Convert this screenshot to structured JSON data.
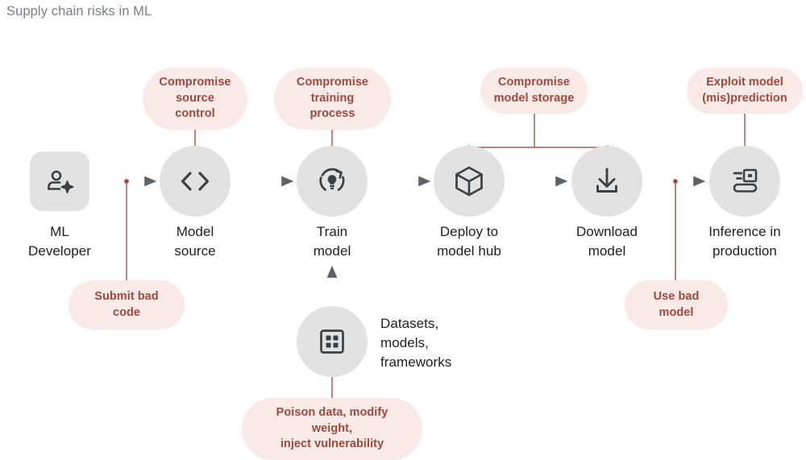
{
  "title": "Supply chain risks in ML",
  "colors": {
    "title_text": "#7a7f85",
    "node_fill": "#e2e2e2",
    "node_icon": "#3c4043",
    "node_label": "#202124",
    "badge_fill": "#faeae7",
    "badge_text": "#9d4a3e",
    "risk_line": "#b5716a",
    "flow_arrow": "#5f6368"
  },
  "nodes": [
    {
      "id": "ml-developer",
      "label": "ML\nDeveloper",
      "icon": "person-sparkle-icon",
      "shape": "square"
    },
    {
      "id": "model-source",
      "label": "Model\nsource",
      "icon": "code-brackets-icon",
      "shape": "circle"
    },
    {
      "id": "train-model",
      "label": "Train\nmodel",
      "icon": "training-loop-bulb-icon",
      "shape": "circle"
    },
    {
      "id": "deploy-to-model-hub",
      "label": "Deploy to\nmodel hub",
      "icon": "cube-package-icon",
      "shape": "circle"
    },
    {
      "id": "download-model",
      "label": "Download\nmodel",
      "icon": "download-icon",
      "shape": "circle"
    },
    {
      "id": "inference-in-production",
      "label": "Inference in\nproduction",
      "icon": "inference-server-icon",
      "shape": "circle"
    },
    {
      "id": "datasets-models-frameworks",
      "label": "Datasets,\nmodels,\nframeworks",
      "icon": "grid-assets-icon",
      "shape": "circle"
    }
  ],
  "risk_badges": [
    {
      "id": "compromise-source-control",
      "label": "Compromise\nsource control",
      "target": "model-source"
    },
    {
      "id": "compromise-training-process",
      "label": "Compromise\ntraining process",
      "target": "train-model"
    },
    {
      "id": "compromise-model-storage",
      "label": "Compromise\nmodel storage",
      "target": "deploy-to-model-hub, download-model"
    },
    {
      "id": "exploit-model-misprediction",
      "label": "Exploit model\n(mis)prediction",
      "target": "inference-in-production"
    },
    {
      "id": "submit-bad-code",
      "label": "Submit bad code",
      "target": "ml-developer to model-source edge"
    },
    {
      "id": "use-bad-model",
      "label": "Use bad model",
      "target": "download-model to inference edge"
    },
    {
      "id": "poison-data-modify-weight-inject-vulnerability",
      "label": "Poison data, modify weight,\ninject vulnerability",
      "target": "datasets-models-frameworks"
    }
  ]
}
